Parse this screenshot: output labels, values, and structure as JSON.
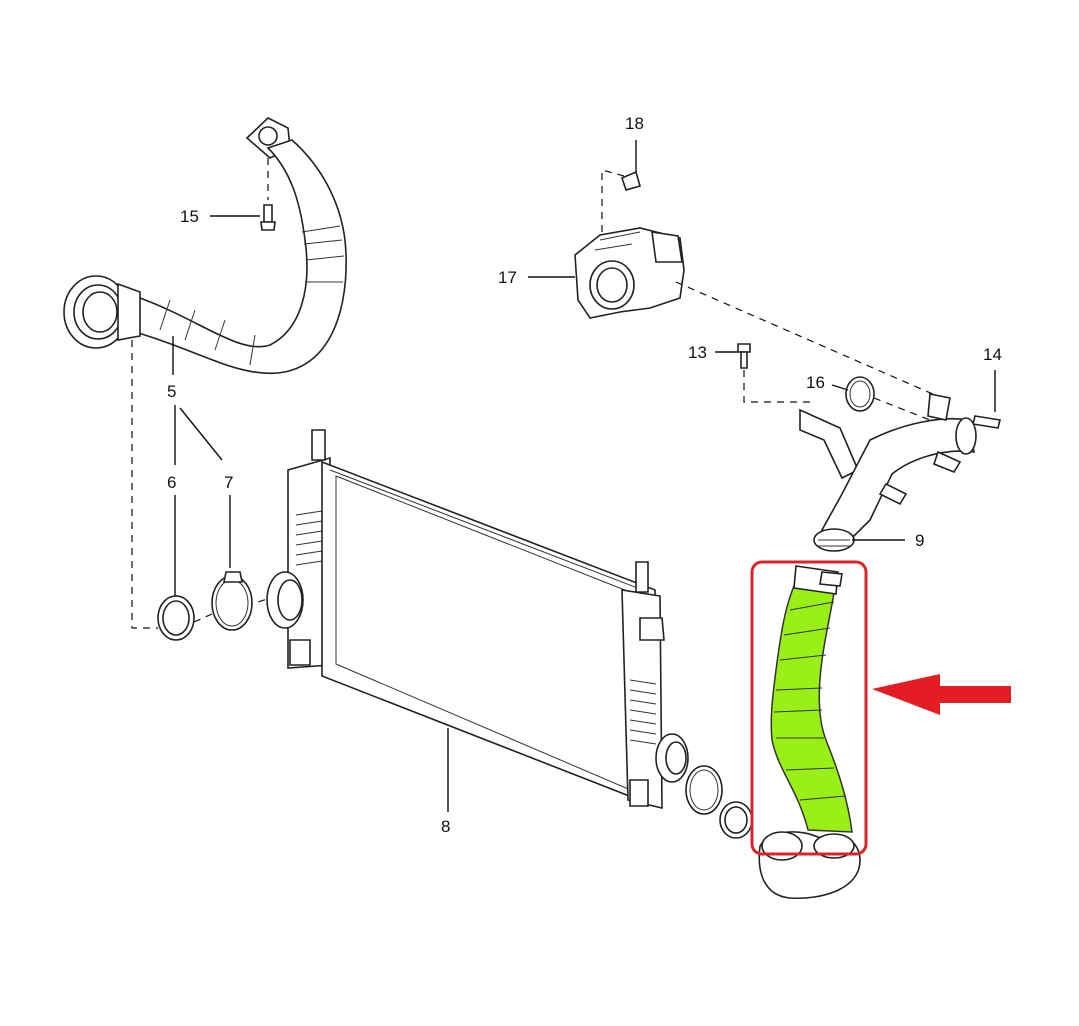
{
  "labels": {
    "l5": "5",
    "l6": "6",
    "l7": "7",
    "l8": "8",
    "l9": "9",
    "l13": "13",
    "l14": "14",
    "l15": "15",
    "l16": "16",
    "l17": "17",
    "l18": "18"
  },
  "colors": {
    "highlight_hose": "#9aef16",
    "highlight_box": "#d7252a",
    "arrow": "#e41d25",
    "line": "#111111"
  }
}
